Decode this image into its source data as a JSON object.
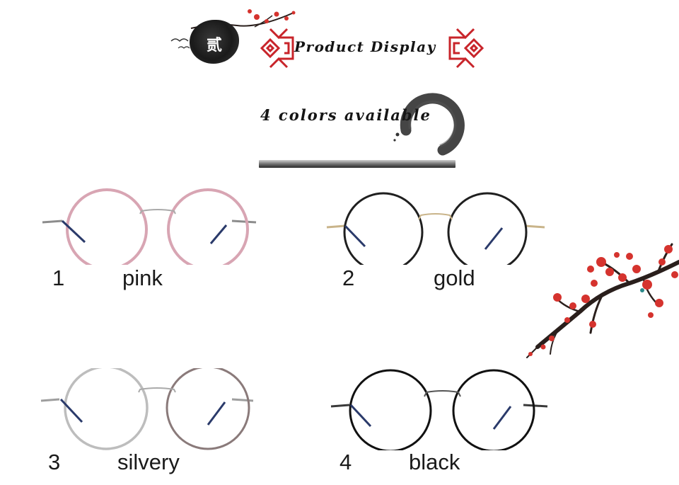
{
  "banner": {
    "title": "Product Display",
    "emblem_char": "贰"
  },
  "subheading": "4 colors available",
  "colors": {
    "pink_frame": "#d8a5b3",
    "gold_frame": "#1f1f1f",
    "silvery_frame": "#bdbdbd",
    "black_frame": "#111111",
    "temple_tip": "#2a3a6a",
    "fret_red": "#c8242a",
    "blossom_red": "#d5332e",
    "branch": "#2a1f1c"
  },
  "products": [
    {
      "number": "1",
      "color": "pink"
    },
    {
      "number": "2",
      "color": "gold"
    },
    {
      "number": "3",
      "color": "silvery"
    },
    {
      "number": "4",
      "color": "black"
    }
  ]
}
